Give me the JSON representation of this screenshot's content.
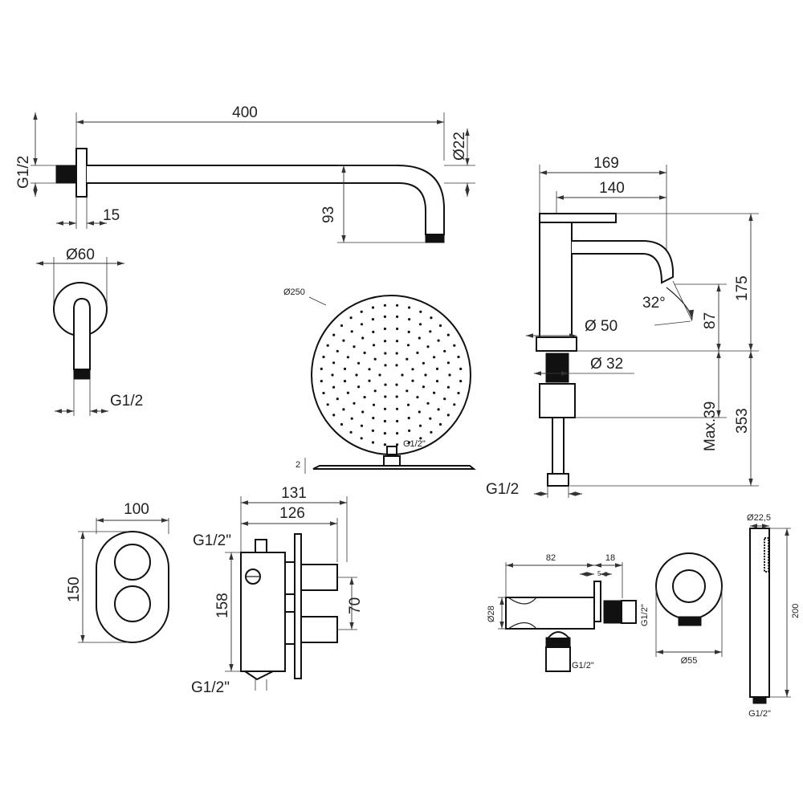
{
  "shower_arm": {
    "length": "400",
    "diameter": "Ø22",
    "thread": "G1/2",
    "flange_depth": "15",
    "drop": "93"
  },
  "wall_flange": {
    "diameter": "Ø60",
    "thread": "G1/2"
  },
  "shower_head": {
    "diameter": "Ø250",
    "thickness": "2",
    "thread": "G1/2\""
  },
  "basin_mixer": {
    "width": "169",
    "spout_reach": "140",
    "height": "175",
    "spout_height": "87",
    "angle": "32°",
    "base_diameter": "Ø 50",
    "shank_diameter": "Ø 32",
    "max_deck": "Max.39",
    "total_length": "353",
    "thread": "G1/2"
  },
  "thermostat_plate": {
    "width": "100",
    "height": "150"
  },
  "thermostat_body": {
    "depth_max": "131",
    "depth_min": "126",
    "thread_top": "G1/2\"",
    "height": "158",
    "spacing": "70",
    "thread_bottom": "G1/2\""
  },
  "wall_outlet": {
    "length": "82",
    "projection": "18",
    "plate": "5",
    "diameter": "Ø28",
    "thread_side": "G1/2\"",
    "thread_bottom": "G1/2\"",
    "rosette": "Ø55"
  },
  "hand_shower": {
    "diameter": "Ø22,5",
    "length": "200",
    "thread": "G1/2\""
  }
}
